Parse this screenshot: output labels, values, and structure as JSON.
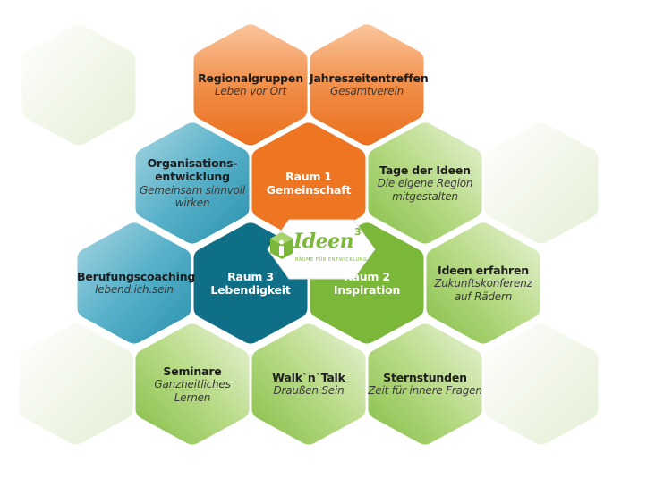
{
  "colors": {
    "orange": "#ee7623",
    "blue": "#1f8fa8",
    "teal": "#0f6f86",
    "green": "#7bb83a",
    "light_green": "#c9e3a1",
    "ghost": "#eef5e4"
  },
  "logo": {
    "name": "Ideen",
    "superscript": "3",
    "tagline": "RÄUME FÜR ENTWICKLUNG"
  },
  "cells": [
    {
      "id": "ghost-top-left",
      "style": "ghost",
      "title": "",
      "subtitle": ""
    },
    {
      "id": "regionalgruppen",
      "style": "orange-grad",
      "title": "Regionalgruppen",
      "subtitle": "Leben vor Ort"
    },
    {
      "id": "jahreszeitentreffen",
      "style": "orange-grad",
      "title": "Jahreszeitentreffen",
      "subtitle": "Gesamtverein"
    },
    {
      "id": "organisationsentwicklung",
      "style": "blue-grad",
      "title": "Organisations-\nentwicklung",
      "subtitle": "Gemeinsam sinnvoll\nwirken"
    },
    {
      "id": "raum-1",
      "style": "orange",
      "title": "Raum 1\nGemeinschaft",
      "subtitle": ""
    },
    {
      "id": "tage-der-ideen",
      "style": "green-grad",
      "title": "Tage der Ideen",
      "subtitle": "Die eigene Region\nmitgestalten"
    },
    {
      "id": "ghost-right",
      "style": "ghost",
      "title": "",
      "subtitle": ""
    },
    {
      "id": "berufungscoaching",
      "style": "blue-grad",
      "title": "Berufungscoaching",
      "subtitle": "lebend.ich.sein"
    },
    {
      "id": "raum-3",
      "style": "teal",
      "title": "Raum 3\nLebendigkeit",
      "subtitle": ""
    },
    {
      "id": "raum-2",
      "style": "green",
      "title": "Raum 2\nInspiration",
      "subtitle": ""
    },
    {
      "id": "ideen-erfahren",
      "style": "green-grad",
      "title": "Ideen erfahren",
      "subtitle": "Zukunftskonferenz\nauf Rädern"
    },
    {
      "id": "ghost-bottom-left",
      "style": "ghost",
      "title": "",
      "subtitle": ""
    },
    {
      "id": "seminare",
      "style": "green-grad",
      "title": "Seminare",
      "subtitle": "Ganzheitliches Lernen"
    },
    {
      "id": "walk-n-talk",
      "style": "green-grad",
      "title": "Walk`n`Talk",
      "subtitle": "Draußen Sein"
    },
    {
      "id": "sternstunden",
      "style": "green-grad",
      "title": "Sternstunden",
      "subtitle": "Zeit für innere Fragen"
    },
    {
      "id": "ghost-bottom-right",
      "style": "ghost",
      "title": "",
      "subtitle": ""
    }
  ]
}
